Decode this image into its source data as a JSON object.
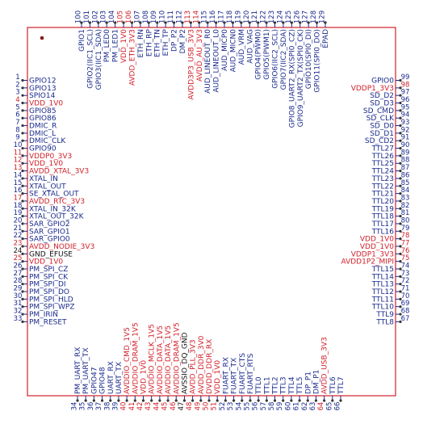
{
  "colors": {
    "normal": "#1a2a8c",
    "power": "#d0202a",
    "ground": "#111111",
    "border": "#d0202a",
    "pin_line": "#1a2a8c",
    "pin_dot": "#333333"
  },
  "left": [
    {
      "num": "1",
      "name": "GPIO12",
      "kind": "n"
    },
    {
      "num": "2",
      "name": "GPIO13",
      "kind": "n"
    },
    {
      "num": "3",
      "name": "SPIO14",
      "kind": "n"
    },
    {
      "num": "4",
      "name": "VDD_1V0",
      "kind": "p"
    },
    {
      "num": "5",
      "name": "GPIO85",
      "kind": "n"
    },
    {
      "num": "6",
      "name": "GPIO86",
      "kind": "n"
    },
    {
      "num": "7",
      "name": "DMIC_R",
      "kind": "n"
    },
    {
      "num": "8",
      "name": "DMIC_L",
      "kind": "n"
    },
    {
      "num": "9",
      "name": "DMIC_CLK",
      "kind": "n"
    },
    {
      "num": "10",
      "name": "GPIO90",
      "kind": "n"
    },
    {
      "num": "11",
      "name": "VDDP0_3V3",
      "kind": "p"
    },
    {
      "num": "12",
      "name": "VDD_1V0",
      "kind": "p"
    },
    {
      "num": "13",
      "name": "AVDD_XTAL_3V3",
      "kind": "p"
    },
    {
      "num": "14",
      "name": "XTAL_IN",
      "kind": "n"
    },
    {
      "num": "15",
      "name": "XTAL_OUT",
      "kind": "n"
    },
    {
      "num": "16",
      "name": "SE_XTAL_OUT",
      "kind": "n"
    },
    {
      "num": "17",
      "name": "AVDD_RTC_3V3",
      "kind": "p"
    },
    {
      "num": "18",
      "name": "XTAL_IN_32K",
      "kind": "n"
    },
    {
      "num": "19",
      "name": "XTAL_OUT_32K",
      "kind": "n"
    },
    {
      "num": "20",
      "name": "SAR_GPIO2",
      "kind": "n"
    },
    {
      "num": "21",
      "name": "SAR_GPIO1",
      "kind": "n"
    },
    {
      "num": "22",
      "name": "SAR_GPIO0",
      "kind": "n"
    },
    {
      "num": "23",
      "name": "AVDD_NODIE_3V3",
      "kind": "p"
    },
    {
      "num": "24",
      "name": "GND_EFUSE",
      "kind": "g"
    },
    {
      "num": "25",
      "name": "VDD_1V0",
      "kind": "p"
    },
    {
      "num": "26",
      "name": "PM_SPI_CZ",
      "kind": "n"
    },
    {
      "num": "27",
      "name": "PM_SPI_CK",
      "kind": "n"
    },
    {
      "num": "28",
      "name": "PM_SPI_DI",
      "kind": "n"
    },
    {
      "num": "29",
      "name": "PM_SPI_DO",
      "kind": "n"
    },
    {
      "num": "30",
      "name": "PM_SPI_HLD",
      "kind": "n"
    },
    {
      "num": "31",
      "name": "PM_SPI_WPZ",
      "kind": "n"
    },
    {
      "num": "32",
      "name": "PM_IRIN",
      "kind": "n"
    },
    {
      "num": "33",
      "name": "PM_RESET",
      "kind": "n"
    }
  ],
  "right": [
    {
      "num": "99",
      "name": "GPIO0",
      "kind": "n"
    },
    {
      "num": "98",
      "name": "VDDP1_3V3",
      "kind": "p"
    },
    {
      "num": "97",
      "name": "SD_D2",
      "kind": "n"
    },
    {
      "num": "96",
      "name": "SD_D3",
      "kind": "n"
    },
    {
      "num": "95",
      "name": "SD_CMD",
      "kind": "n"
    },
    {
      "num": "94",
      "name": "SD_CLK",
      "kind": "n"
    },
    {
      "num": "93",
      "name": "SD_D0",
      "kind": "n"
    },
    {
      "num": "92",
      "name": "SD_D1",
      "kind": "n"
    },
    {
      "num": "91",
      "name": "SD_CD2",
      "kind": "n"
    },
    {
      "num": "90",
      "name": "TTL27",
      "kind": "n"
    },
    {
      "num": "89",
      "name": "TTL26",
      "kind": "n"
    },
    {
      "num": "88",
      "name": "TTL25",
      "kind": "n"
    },
    {
      "num": "87",
      "name": "TTL24",
      "kind": "n"
    },
    {
      "num": "86",
      "name": "TTL23",
      "kind": "n"
    },
    {
      "num": "85",
      "name": "TTL22",
      "kind": "n"
    },
    {
      "num": "84",
      "name": "TTL21",
      "kind": "n"
    },
    {
      "num": "83",
      "name": "TTL20",
      "kind": "n"
    },
    {
      "num": "82",
      "name": "TTL19",
      "kind": "n"
    },
    {
      "num": "81",
      "name": "TTL18",
      "kind": "n"
    },
    {
      "num": "80",
      "name": "TTL17",
      "kind": "n"
    },
    {
      "num": "79",
      "name": "TTL16",
      "kind": "n"
    },
    {
      "num": "78",
      "name": "VDD_1V0",
      "kind": "p"
    },
    {
      "num": "77",
      "name": "VDD_1V0",
      "kind": "p"
    },
    {
      "num": "76",
      "name": "VDDP1_3V3",
      "kind": "p"
    },
    {
      "num": "75",
      "name": "AVDD1P2_MIPI",
      "kind": "p"
    },
    {
      "num": "74",
      "name": "TTL15",
      "kind": "n"
    },
    {
      "num": "73",
      "name": "TTL14",
      "kind": "n"
    },
    {
      "num": "72",
      "name": "TTL13",
      "kind": "n"
    },
    {
      "num": "71",
      "name": "TTL12",
      "kind": "n"
    },
    {
      "num": "70",
      "name": "TTL11",
      "kind": "n"
    },
    {
      "num": "69",
      "name": "TTL10",
      "kind": "n"
    },
    {
      "num": "68",
      "name": "TTL9",
      "kind": "n"
    },
    {
      "num": "67",
      "name": "TTL8",
      "kind": "n"
    }
  ],
  "top": [
    {
      "num": "129",
      "name": "EPAD",
      "kind": "n"
    },
    {
      "num": "128",
      "name": "GPIO11(SPI0_DO)",
      "kind": "n"
    },
    {
      "num": "127",
      "name": "GPIO10(SPI0_DI)",
      "kind": "n"
    },
    {
      "num": "126",
      "name": "GPIO9_UART2_TX(SPI0_CK)",
      "kind": "n"
    },
    {
      "num": "125",
      "name": "GPIO8_UART2_RX(SPI0_CZ)",
      "kind": "n"
    },
    {
      "num": "124",
      "name": "GPIO7(IIC2_SDA)",
      "kind": "n"
    },
    {
      "num": "123",
      "name": "GPIO6(IIC2_SCL)",
      "kind": "n"
    },
    {
      "num": "122",
      "name": "GPIO5(PWM1)",
      "kind": "n"
    },
    {
      "num": "121",
      "name": "GPIO4(PWM0)",
      "kind": "n"
    },
    {
      "num": "120",
      "name": "AUD_VAG",
      "kind": "n"
    },
    {
      "num": "119",
      "name": "AUD_VRM",
      "kind": "n"
    },
    {
      "num": "118",
      "name": "AUD_MICN0",
      "kind": "n"
    },
    {
      "num": "117",
      "name": "AUD_MICP0",
      "kind": "n"
    },
    {
      "num": "116",
      "name": "AUD_LINEOUT_L0",
      "kind": "n"
    },
    {
      "num": "115",
      "name": "AUD_LINEOUT_R0",
      "kind": "n"
    },
    {
      "num": "114",
      "name": "AVDD_AU_3V3",
      "kind": "p"
    },
    {
      "num": "113",
      "name": "AVDD3P3_USB_3V3",
      "kind": "p"
    },
    {
      "num": "112",
      "name": "DM_P2",
      "kind": "n"
    },
    {
      "num": "111",
      "name": "DP_P2",
      "kind": "n"
    },
    {
      "num": "110",
      "name": "ETH_TP",
      "kind": "n"
    },
    {
      "num": "109",
      "name": "ETH_TN",
      "kind": "n"
    },
    {
      "num": "108",
      "name": "ETH_RP",
      "kind": "n"
    },
    {
      "num": "107",
      "name": "ETH_RN",
      "kind": "n"
    },
    {
      "num": "106",
      "name": "AVDD_ETH_3V3",
      "kind": "p"
    },
    {
      "num": "105",
      "name": "VDD_1V0",
      "kind": "p"
    },
    {
      "num": "104",
      "name": "PM_LED1",
      "kind": "n"
    },
    {
      "num": "103",
      "name": "PM_LED0",
      "kind": "n"
    },
    {
      "num": "102",
      "name": "GPIO3(IIC1_SDA)",
      "kind": "n"
    },
    {
      "num": "101",
      "name": "GPIO2(IIC1_SCL)",
      "kind": "n"
    },
    {
      "num": "100",
      "name": "GPIO1",
      "kind": "n"
    }
  ],
  "bottom": [
    {
      "num": "34",
      "name": "PM_UART_RX",
      "kind": "n"
    },
    {
      "num": "35",
      "name": "PM_UART_TX",
      "kind": "n"
    },
    {
      "num": "36",
      "name": "GPIO47",
      "kind": "n"
    },
    {
      "num": "37",
      "name": "GPIO48",
      "kind": "n"
    },
    {
      "num": "38",
      "name": "UART_RX",
      "kind": "n"
    },
    {
      "num": "39",
      "name": "UART_TX",
      "kind": "n"
    },
    {
      "num": "40",
      "name": "AVDDIO_CMD_1V5",
      "kind": "p"
    },
    {
      "num": "41",
      "name": "AVDDIO_DRAM_1V5",
      "kind": "p"
    },
    {
      "num": "42",
      "name": "VDD_1V0",
      "kind": "p"
    },
    {
      "num": "43",
      "name": "AVDDIO_MCLK_1V5",
      "kind": "p"
    },
    {
      "num": "44",
      "name": "AVDDIO_DATA_1V5",
      "kind": "p"
    },
    {
      "num": "45",
      "name": "AVDDIO_DATA_1V5",
      "kind": "p"
    },
    {
      "num": "46",
      "name": "AVDDIO_DRAM_1V5",
      "kind": "p"
    },
    {
      "num": "47",
      "name": "AVSSIO_DQ_GND",
      "kind": "g"
    },
    {
      "num": "48",
      "name": "AVDD_PLL_3V3",
      "kind": "p"
    },
    {
      "num": "49",
      "name": "AVDD_DDR_3V0",
      "kind": "p"
    },
    {
      "num": "50",
      "name": "DVDD_DDR_RX",
      "kind": "p"
    },
    {
      "num": "51",
      "name": "VDD_1V0",
      "kind": "p"
    },
    {
      "num": "52",
      "name": "FUART_RX",
      "kind": "n"
    },
    {
      "num": "53",
      "name": "FUART_TX",
      "kind": "n"
    },
    {
      "num": "54",
      "name": "FUART_CTS",
      "kind": "n"
    },
    {
      "num": "55",
      "name": "FUART_RTS",
      "kind": "n"
    },
    {
      "num": "56",
      "name": "TTL0",
      "kind": "n"
    },
    {
      "num": "57",
      "name": "TTL1",
      "kind": "n"
    },
    {
      "num": "58",
      "name": "TTL2",
      "kind": "n"
    },
    {
      "num": "59",
      "name": "TTL3",
      "kind": "n"
    },
    {
      "num": "60",
      "name": "TTL4",
      "kind": "n"
    },
    {
      "num": "61",
      "name": "TTL5",
      "kind": "n"
    },
    {
      "num": "62",
      "name": "DP_P1",
      "kind": "n"
    },
    {
      "num": "63",
      "name": "DM_P1",
      "kind": "n"
    },
    {
      "num": "64",
      "name": "AVDD_USB_3V3",
      "kind": "p"
    },
    {
      "num": "65",
      "name": "TTL6",
      "kind": "n"
    },
    {
      "num": "66",
      "name": "TTL7",
      "kind": "n"
    }
  ]
}
